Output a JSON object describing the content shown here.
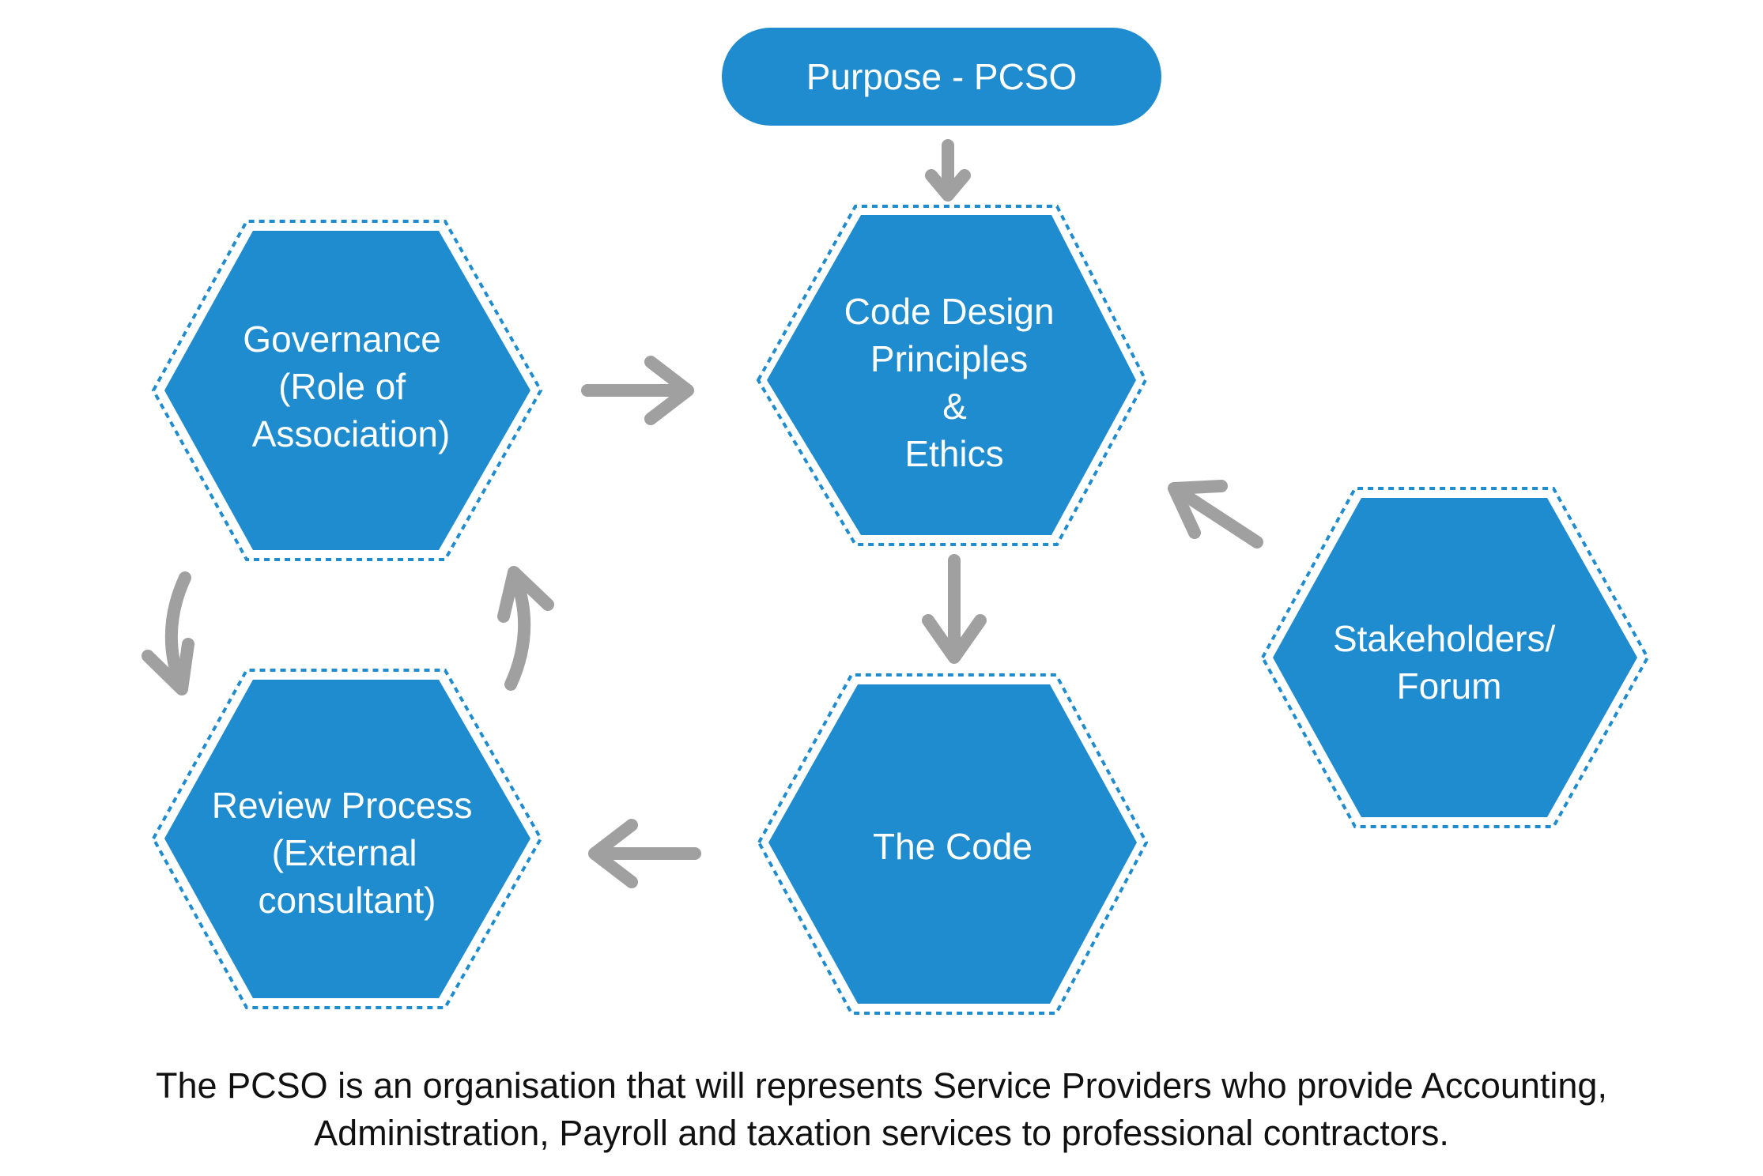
{
  "colors": {
    "node_fill": "#1f8ccf",
    "node_outline": "#1f8ccf",
    "arrow": "#a0a0a0",
    "caption_text": "#111111",
    "background": "#ffffff"
  },
  "nodes": {
    "purpose": {
      "lines": [
        "Purpose - PCSO"
      ]
    },
    "code_design": {
      "lines": [
        "Code Design",
        "Principles",
        "&",
        "Ethics"
      ]
    },
    "governance": {
      "lines": [
        "Governance",
        "(Role of",
        "Association)"
      ]
    },
    "stakeholders": {
      "lines": [
        "Stakeholders/",
        "Forum"
      ]
    },
    "the_code": {
      "lines": [
        "The Code"
      ]
    },
    "review": {
      "lines": [
        "Review Process",
        "(External",
        "consultant)"
      ]
    }
  },
  "caption": {
    "line1": "The PCSO is an organisation that will represents Service Providers who provide Accounting,",
    "line2": "Administration, Payroll and taxation services to professional contractors."
  }
}
